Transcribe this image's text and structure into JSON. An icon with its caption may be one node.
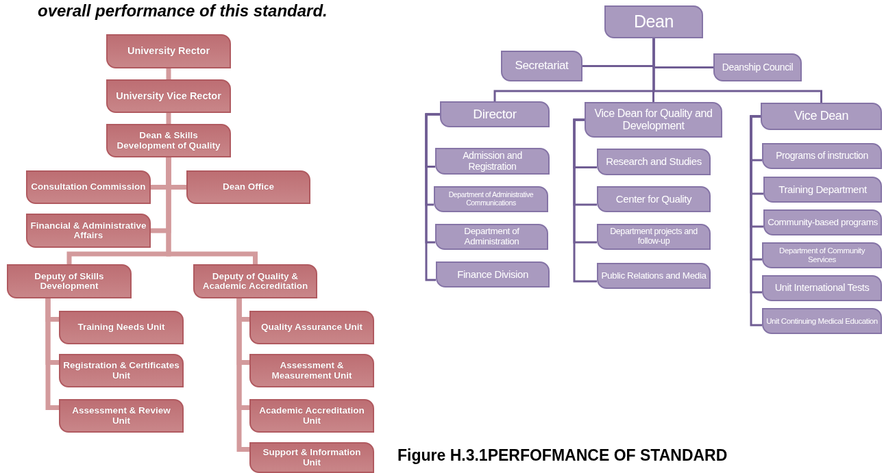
{
  "diagram": {
    "caption": "Figure H.3.1PERFOFMANCE OF STANDARD",
    "nodes": [
      {
        "text": [
          "University Rector"
        ]
      },
      {
        "text": [
          "University Vice Rector"
        ]
      },
      {
        "text": [
          "Dean & Skills Development of Quality"
        ]
      },
      {
        "text": [
          "Consultation Commission"
        ]
      },
      {
        "text": [
          "Dean Office"
        ]
      },
      {
        "text": [
          "Financial & Administrative Affairs"
        ]
      },
      {
        "text": [
          "Deputy of Skills Development"
        ]
      },
      {
        "text": [
          "Deputy of Quality & Academic Accreditation"
        ]
      },
      {
        "text": [
          "Training Needs Unit"
        ]
      },
      {
        "text": [
          "Registration & Certificates Unit"
        ]
      },
      {
        "text": [
          "Assessment & Review Unit"
        ]
      },
      {
        "text": [
          "Quality Assurance Unit"
        ]
      },
      {
        "text": [
          "Assessment & Measurement Unit"
        ]
      },
      {
        "text": [
          "Academic Accreditation Unit"
        ]
      },
      {
        "text": [
          "Support & Information Unit"
        ]
      },
      {
        "text": [
          "Dean"
        ]
      },
      {
        "text": [
          "Secretariat"
        ]
      },
      {
        "text": [
          "Deanship Council"
        ]
      },
      {
        "text": [
          "Director"
        ]
      },
      {
        "text": [
          "Vice Dean for Quality and Development"
        ]
      },
      {
        "text": [
          "Vice Dean"
        ]
      },
      {
        "text": [
          "Admission and Registration"
        ]
      },
      {
        "text": [
          "Department of Administrative Communications"
        ]
      },
      {
        "text": [
          "Department of Administration"
        ]
      },
      {
        "text": [
          "Finance Division"
        ]
      },
      {
        "text": [
          "Research and Studies"
        ]
      },
      {
        "text": [
          "Center for Quality"
        ]
      },
      {
        "text": [
          "Department projects and follow-up"
        ]
      },
      {
        "text": [
          "Public Relations and Media"
        ]
      },
      {
        "text": [
          "Programs of instruction"
        ]
      },
      {
        "text": [
          "Training Department"
        ]
      },
      {
        "text": [
          "Community-based programs"
        ]
      },
      {
        "text": [
          "Department of Community Services"
        ]
      },
      {
        "text": [
          "Unit International Tests"
        ]
      },
      {
        "text": [
          "Unit Continuing Medical Education"
        ]
      }
    ],
    "edges": [
      {
        "from": 0,
        "to": 1,
        "arrow": "none",
        "style": "thick",
        "color": "#d39a9c"
      },
      {
        "from": 1,
        "to": 2,
        "arrow": "none",
        "style": "thick",
        "color": "#d39a9c"
      },
      {
        "from": 2,
        "to": 3,
        "arrow": "none",
        "style": "thick",
        "color": "#d39a9c"
      },
      {
        "from": 2,
        "to": 4,
        "arrow": "none",
        "style": "thick",
        "color": "#d39a9c"
      },
      {
        "from": 2,
        "to": 5,
        "arrow": "none",
        "style": "thick",
        "color": "#d39a9c"
      },
      {
        "from": 2,
        "to": 6,
        "arrow": "none",
        "style": "thick",
        "color": "#d39a9c"
      },
      {
        "from": 2,
        "to": 7,
        "arrow": "none",
        "style": "thick",
        "color": "#d39a9c"
      },
      {
        "from": 6,
        "to": 8,
        "arrow": "none",
        "style": "thick",
        "color": "#d39a9c"
      },
      {
        "from": 6,
        "to": 9,
        "arrow": "none",
        "style": "thick",
        "color": "#d39a9c"
      },
      {
        "from": 6,
        "to": 10,
        "arrow": "none",
        "style": "thick",
        "color": "#d39a9c"
      },
      {
        "from": 7,
        "to": 11,
        "arrow": "none",
        "style": "thick",
        "color": "#d39a9c"
      },
      {
        "from": 7,
        "to": 12,
        "arrow": "none",
        "style": "thick",
        "color": "#d39a9c"
      },
      {
        "from": 7,
        "to": 13,
        "arrow": "none",
        "style": "thick",
        "color": "#d39a9c"
      },
      {
        "from": 7,
        "to": 14,
        "arrow": "none",
        "style": "thick",
        "color": "#d39a9c"
      },
      {
        "from": 15,
        "to": 16,
        "arrow": "none"
      },
      {
        "from": 15,
        "to": 17,
        "arrow": "none"
      },
      {
        "from": 15,
        "to": 18,
        "arrow": "none"
      },
      {
        "from": 15,
        "to": 19,
        "arrow": "none"
      },
      {
        "from": 15,
        "to": 20,
        "arrow": "none"
      },
      {
        "from": 18,
        "to": 21,
        "arrow": "none"
      },
      {
        "from": 18,
        "to": 22,
        "arrow": "none"
      },
      {
        "from": 18,
        "to": 23,
        "arrow": "none"
      },
      {
        "from": 18,
        "to": 24,
        "arrow": "none"
      },
      {
        "from": 19,
        "to": 25,
        "arrow": "none"
      },
      {
        "from": 19,
        "to": 26,
        "arrow": "none"
      },
      {
        "from": 19,
        "to": 27,
        "arrow": "none"
      },
      {
        "from": 19,
        "to": 28,
        "arrow": "none"
      },
      {
        "from": 20,
        "to": 29,
        "arrow": "none"
      },
      {
        "from": 20,
        "to": 30,
        "arrow": "none"
      },
      {
        "from": 20,
        "to": 31,
        "arrow": "none"
      },
      {
        "from": 20,
        "to": 32,
        "arrow": "none"
      },
      {
        "from": 20,
        "to": 33,
        "arrow": "none"
      },
      {
        "from": 20,
        "to": 34,
        "arrow": "none"
      }
    ],
    "labels": [
      "overall performance of this standard."
    ]
  }
}
